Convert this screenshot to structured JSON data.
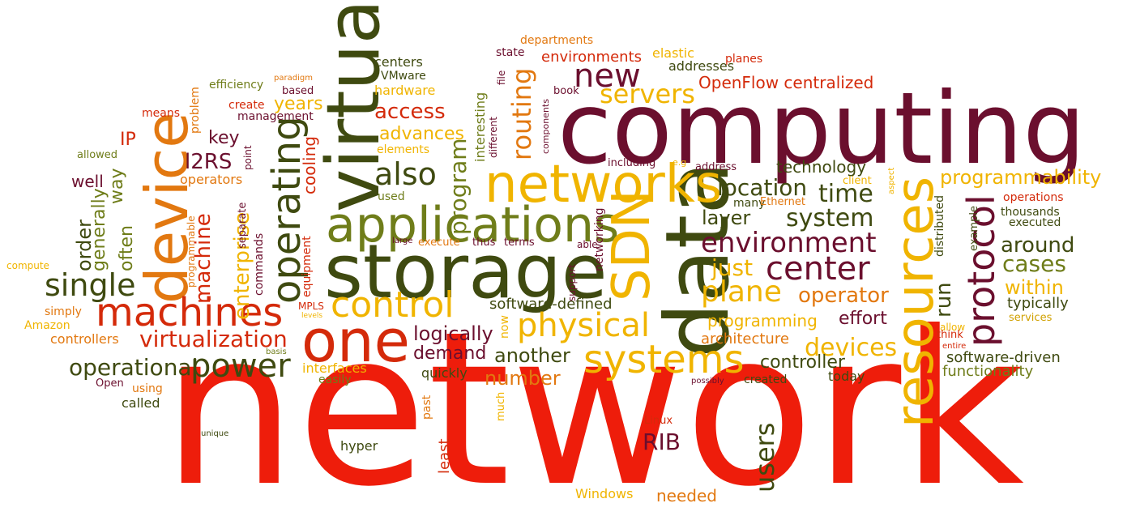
{
  "words": {
    "network": "network",
    "computing": "computing",
    "storage": "storage",
    "data": "data",
    "virtual": "virtual",
    "device": "device",
    "applications": "applications",
    "networks": "networks",
    "machines": "machines",
    "one": "one",
    "resources": "resources",
    "operating": "operating",
    "SDN": "SDN",
    "systems": "systems",
    "control": "control",
    "physical": "physical",
    "protocol": "protocol",
    "power": "power",
    "center": "center",
    "environment": "environment",
    "new": "new",
    "servers": "servers",
    "also": "also",
    "single": "single",
    "virtualization": "virtualization",
    "plane": "plane",
    "location": "location",
    "system": "system",
    "time": "time",
    "programmability": "programmability",
    "routing": "routing",
    "program": "program",
    "operational": "operational",
    "access": "access",
    "users": "users",
    "devices": "devices",
    "enterprise": "enterprise",
    "machine": "machine",
    "operator": "operator",
    "logically": "logically",
    "another": "another",
    "number": "number",
    "layer": "layer",
    "RIB": "RIB",
    "cases": "cases",
    "around": "around",
    "within": "within",
    "just": "just",
    "run": "run",
    "years": "years",
    "advances": "advances",
    "OpenFlow_centralized": "OpenFlow centralized",
    "environments": "environments",
    "technology": "technology",
    "controller": "controller",
    "effort": "effort",
    "demand": "demand",
    "software_defined": "software-defined",
    "programming": "programming",
    "architecture": "architecture",
    "software_driven": "software-driven",
    "functionality": "functionality",
    "typically": "typically",
    "l2RS": "l2RS",
    "key": "key",
    "IP": "IP",
    "order": "order",
    "generally": "generally",
    "often": "often",
    "way": "way",
    "well": "well",
    "operators": "operators",
    "controllers": "controllers",
    "called": "called",
    "Open": "Open",
    "using": "using",
    "simply": "simply",
    "Amazon": "Amazon",
    "compute": "compute",
    "allowed": "allowed",
    "means": "means",
    "efficiency": "efficiency",
    "paradigm": "paradigm",
    "based": "based",
    "management": "management",
    "create": "create",
    "problem": "problem",
    "point": "point",
    "cooling": "cooling",
    "commands": "commands",
    "separate": "separate",
    "programmable": "programmable",
    "equipment": "equipment",
    "MPLS": "MPLS",
    "levels": "levels",
    "basis": "basis",
    "interfaces": "interfaces",
    "easily": "easily",
    "unique": "unique",
    "centers": "centers",
    "VMware": "VMware",
    "hardware": "hardware",
    "elements": "elements",
    "used": "used",
    "interesting": "interesting",
    "file": "file",
    "state": "state",
    "departments": "departments",
    "elastic": "elastic",
    "planes": "planes",
    "addresses": "addresses",
    "book": "book",
    "components": "components",
    "different": "different",
    "networking": "networking",
    "including": "including",
    "eg": "e.g",
    "address": "address",
    "client": "client",
    "many": "many",
    "Ethernet": "Ethernet",
    "aspect": "aspect",
    "distributed": "distributed",
    "example": "example",
    "thousands": "thousands",
    "executed": "executed",
    "operations": "operations",
    "large": "large",
    "execute": "execute",
    "thus": "thus",
    "terms": "terms",
    "able": "able",
    "support": "support",
    "now": "now",
    "quickly": "quickly",
    "much": "much",
    "past": "past",
    "least": "least",
    "hyper": "hyper",
    "Linux": "Linux",
    "Windows": "Windows",
    "needed": "needed",
    "possibly": "possibly",
    "created": "created",
    "today": "today",
    "allow": "allow",
    "think": "think",
    "entire": "entire",
    "services": "services"
  }
}
